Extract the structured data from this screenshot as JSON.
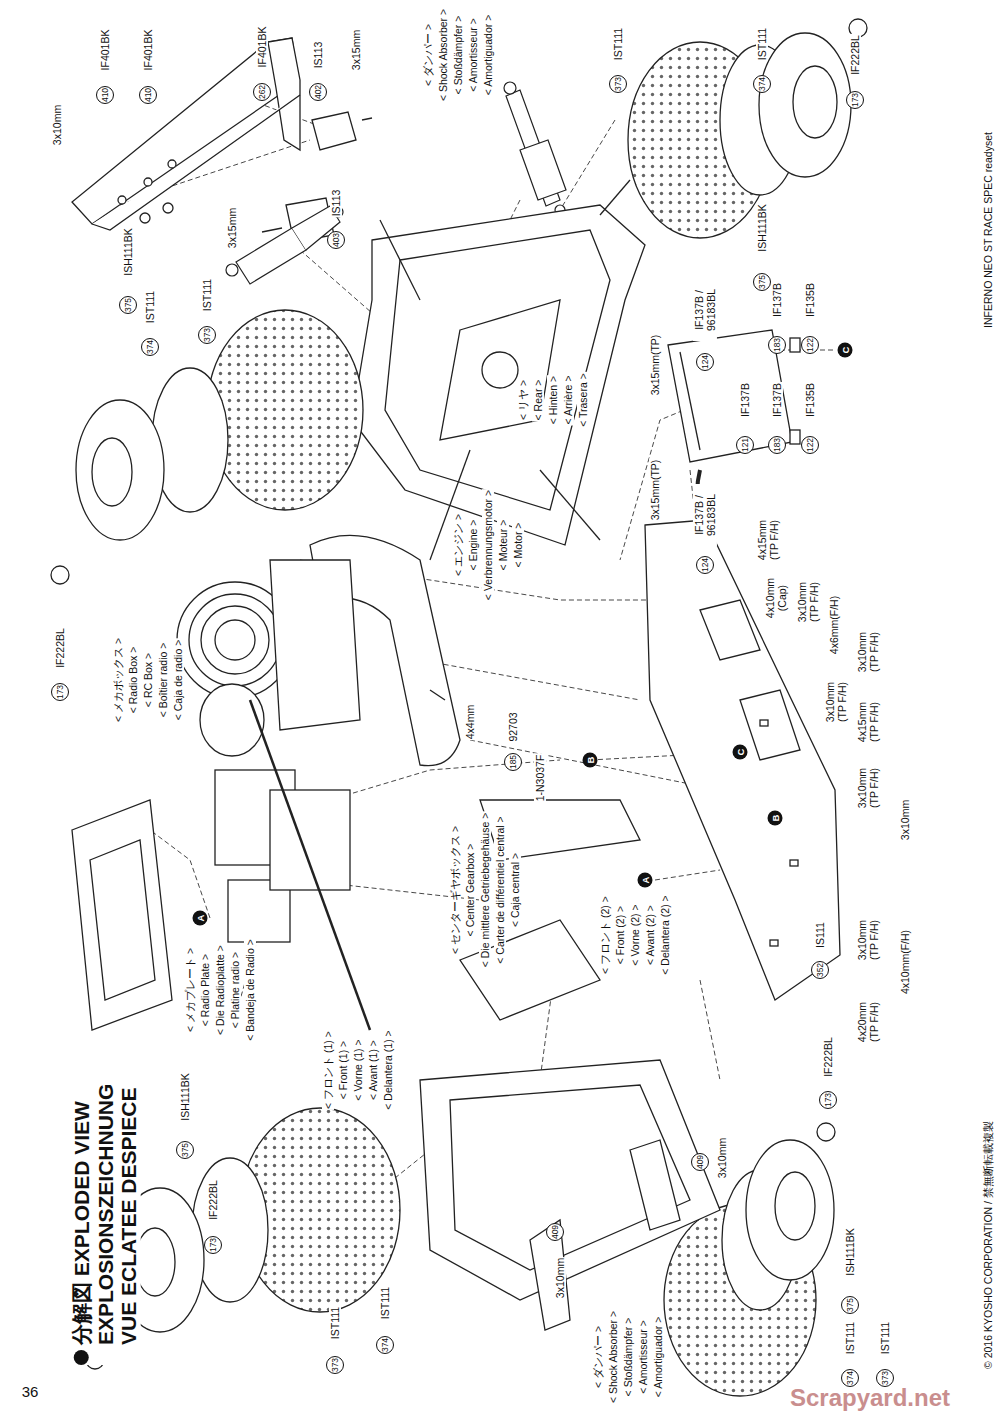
{
  "diagram": {
    "title": "分解図 EXPLODED VIEW EXPLOSIONSZEICHNUNG VUE ECLATEE DESPIECE",
    "labels": [
      "INFERNO NEO ST RACE SPEC readyset",
      "© 2016 KYOSHO CORPORATION / 禁無断転載複製",
      "36",
      "Scrapyard.net",
      "3x10mm",
      "410",
      "IF401BK",
      "410",
      "IF401BK",
      "262",
      "IF401BK",
      "402",
      "IS113",
      "3x15mm",
      "3x15mm",
      "403",
      "IS113",
      "< ダンパー >",
      "< Shock Absorber >",
      "< Stoßdämpfer >",
      "< Amortisseur >",
      "< Amortiguador >",
      "373",
      "IST111",
      "374",
      "IST111",
      "375",
      "ISH111BK",
      "173",
      "IF222BL",
      "3x15mm(TP)",
      "124",
      "IF137B / 96183BL",
      "183",
      "IF137B",
      "122",
      "IF135B",
      "C",
      "3x15mm(TP)",
      "121",
      "IF137B",
      "183",
      "IF137B",
      "122",
      "IF135B",
      "124",
      "IF137B / 96183BL",
      "4x15mm (TP F/H)",
      "4x10mm (Cap)",
      "3x10mm (TP F/H)",
      "4x6mm(F/H)",
      "3x10mm (TP F/H)",
      "3x10mm (TP F/H)",
      "4x15mm (TP F/H)",
      "3x10mm (TP F/H)",
      "3x10mm",
      "3x10mm (TP F/H)",
      "4x10mm(F/H)",
      "4x20mm (TP F/H)",
      "352",
      "IS111",
      "173",
      "IF222BL",
      "< エンジン >",
      "< Engine >",
      "< Verbrennungsmotor >",
      "< Moteur >",
      "< Motor >",
      "< リヤ >",
      "< Rear >",
      "< Hinten >",
      "< Arrière >",
      "< Trasera >",
      "< メカボックス >",
      "< Radio Box >",
      "< RC Box >",
      "< Boîtier radio >",
      "< Caja de radio >",
      "4x4mm",
      "185",
      "92703",
      "1-N3037F",
      "B",
      "A",
      "A",
      "B",
      "C",
      "< センターギヤボックス >",
      "< Center Gearbox >",
      "< Die mittlere Getriebegehäuse >",
      "< Carter de différentiel central >",
      "< Caja central >",
      "< フロント (2) >",
      "< Front (2) >",
      "< Vorne (2) >",
      "< Avant (2) >",
      "< Delantera (2) >",
      "< フロント (1) >",
      "< Front (1) >",
      "< Vorne (1) >",
      "< Avant (1) >",
      "< Delantera (1) >",
      "< メカプレート >",
      "< Radio Plate >",
      "< Die Radioplatte >",
      "< Platine radio >",
      "< Bandeja de Radio >",
      "173",
      "IF222BL",
      "375",
      "ISH111BK",
      "374",
      "IST111",
      "373",
      "IST111",
      "375",
      "ISH111BK",
      "173",
      "IF222BL",
      "373",
      "IST111",
      "374",
      "IST111",
      "3x10mm",
      "409",
      "409",
      "3x10mm",
      "< ダンパー >",
      "< Shock Absorber >",
      "< Stoßdämpfer >",
      "< Amortisseur >",
      "< Amortiguador >",
      "375",
      "ISH111BK",
      "374",
      "IST111",
      "373",
      "IST111"
    ]
  }
}
